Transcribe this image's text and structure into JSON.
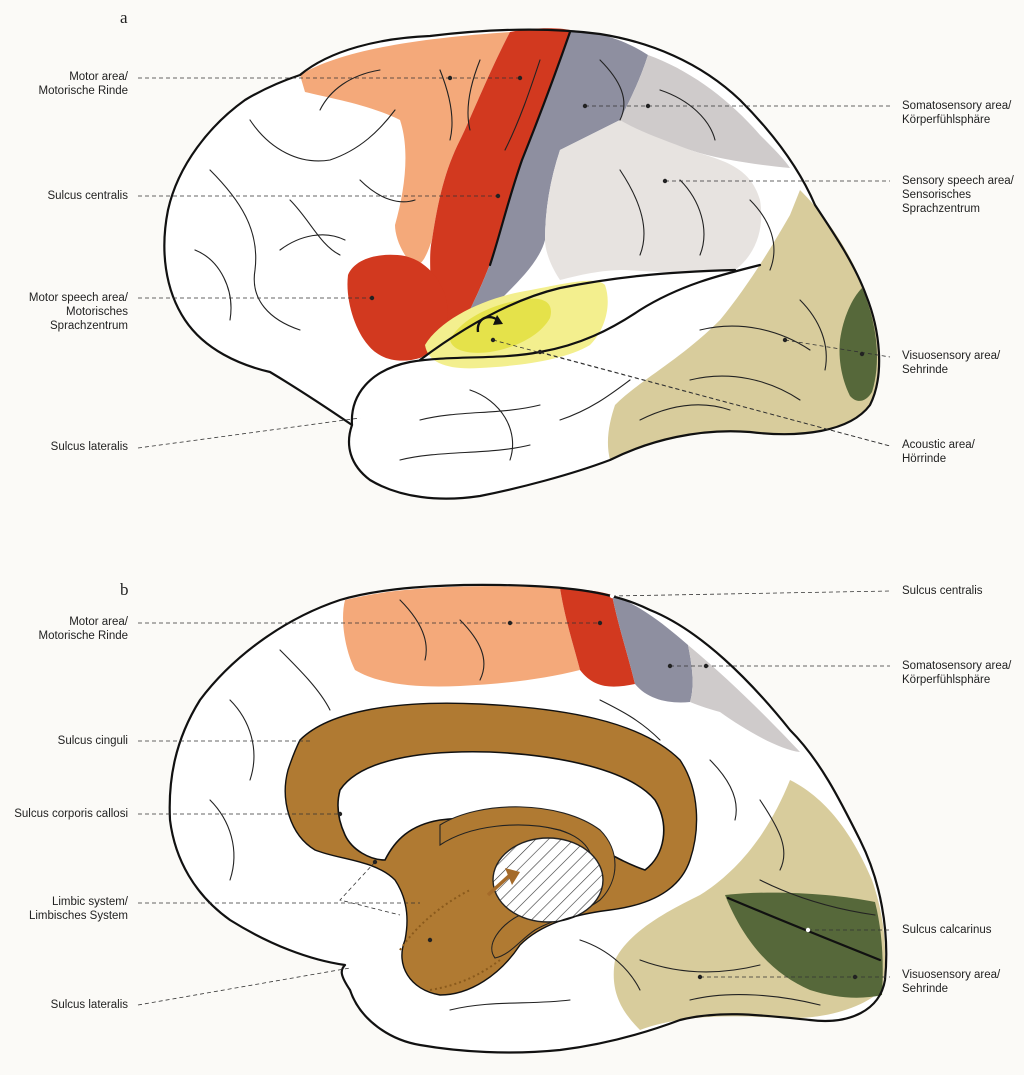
{
  "panels": {
    "a": {
      "letter": "a",
      "labels": {
        "motor_area": "Motor area/\nMotorische Rinde",
        "sulcus_centralis": "Sulcus centralis",
        "motor_speech": "Motor speech area/\nMotorisches\nSprachzentrum",
        "sulcus_lateralis": "Sulcus lateralis",
        "somatosensory": "Somatosensory area/\nKörperfühlsphäre",
        "sensory_speech": "Sensory speech area/\nSensorisches\nSprachzentrum",
        "visuosensory": "Visuosensory area/\nSehrinde",
        "acoustic": "Acoustic area/\nHörrinde"
      }
    },
    "b": {
      "letter": "b",
      "labels": {
        "motor_area": "Motor area/\nMotorische Rinde",
        "sulcus_cinguli": "Sulcus cinguli",
        "sulcus_corporis_callosi": "Sulcus corporis callosi",
        "limbic": "Limbic system/\nLimbisches System",
        "sulcus_lateralis": "Sulcus lateralis",
        "sulcus_centralis": "Sulcus centralis",
        "somatosensory": "Somatosensory area/\nKörperfühlsphäre",
        "sulcus_calcarinus": "Sulcus calcarinus",
        "visuosensory": "Visuosensory area/\nSehrinde"
      }
    }
  },
  "colors": {
    "motor": "#f4a97a",
    "primary_motor": "#d2391f",
    "somatosensory": "#8e8fa0",
    "somato_assoc": "#cfcbcb",
    "sensory_speech": "#e7e3e0",
    "acoustic": "#f3ef8e",
    "acoustic_core": "#e5e24a",
    "visual_assoc": "#d8cc9c",
    "visual": "#56683a",
    "limbic": "#b07a32",
    "white": "#ffffff"
  }
}
